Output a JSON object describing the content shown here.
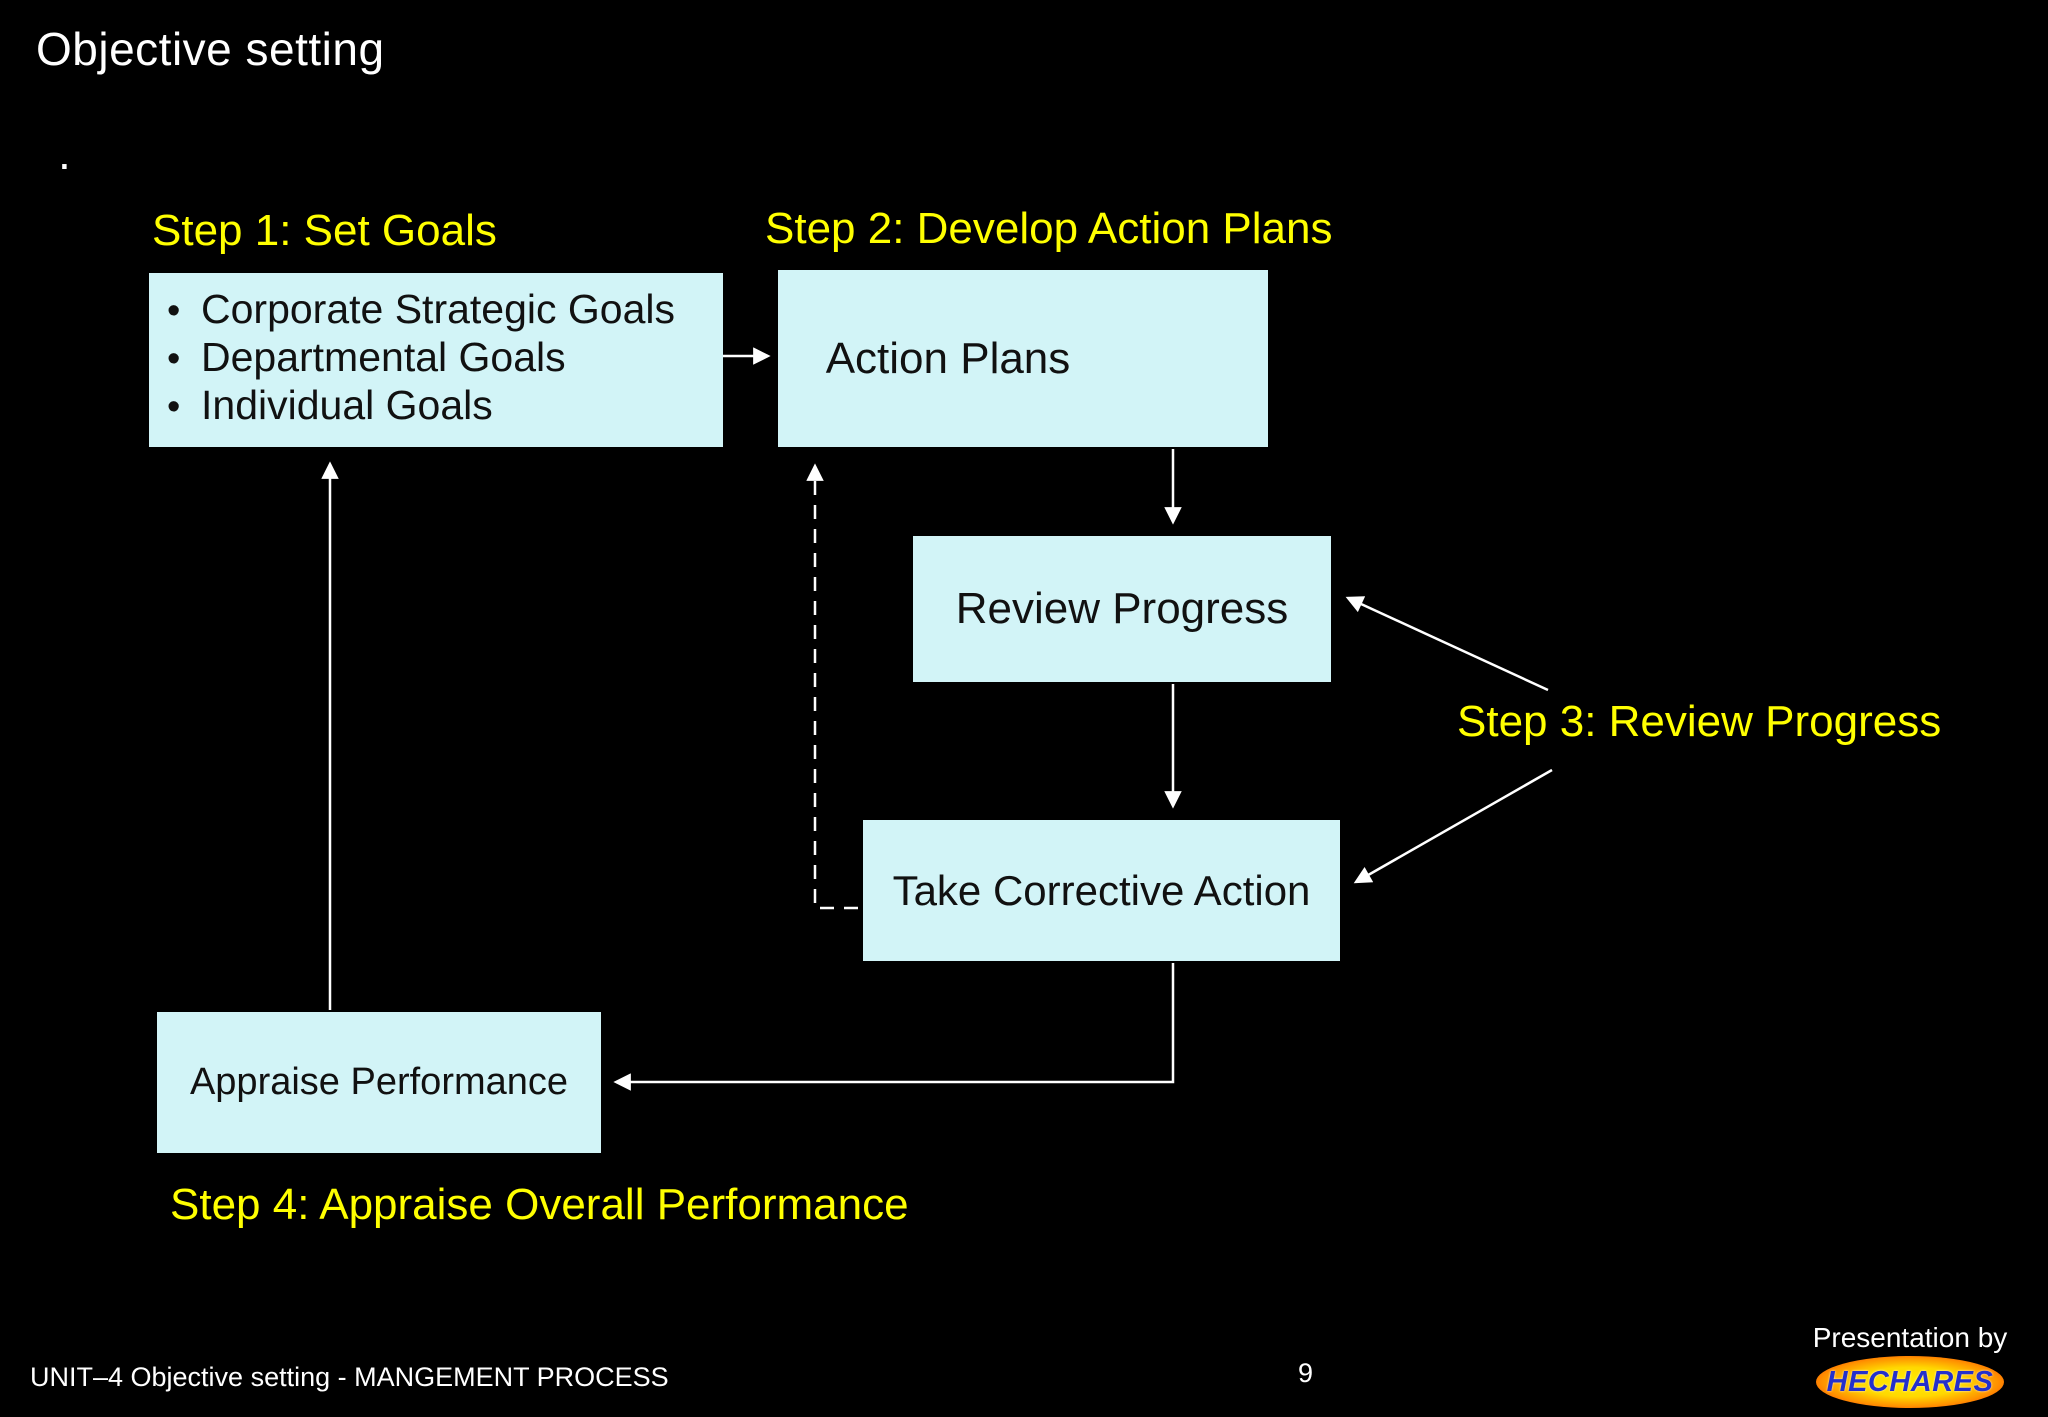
{
  "slide": {
    "title": "Objective setting",
    "stray_dot": ".",
    "footer_left": "UNIT–4 Objective setting - MANGEMENT PROCESS",
    "page_number": "9",
    "branding": {
      "presented_by": "Presentation by",
      "brand_name": "HECHARES"
    }
  },
  "diagram": {
    "step_labels": {
      "step1": "Step 1: Set Goals",
      "step2": "Step 2: Develop Action Plans",
      "step3": "Step 3: Review Progress",
      "step4": "Step 4: Appraise Overall Performance"
    },
    "boxes": {
      "goals": {
        "bullet": "•",
        "items": [
          "Corporate Strategic Goals",
          "Departmental Goals",
          "Individual Goals"
        ]
      },
      "action_plans": {
        "label": "Action Plans"
      },
      "review_progress": {
        "label": "Review Progress"
      },
      "take_corrective_action": {
        "label": "Take Corrective Action"
      },
      "appraise_performance": {
        "label": "Appraise Performance"
      }
    },
    "connectors": [
      "set-goals to action-plans",
      "action-plans to review-progress",
      "review-progress to take-corrective-action",
      "take-corrective-action to appraise-performance",
      "appraise-performance to set-goals",
      "take-corrective-action to action-plans (dashed feedback)",
      "step3 callout to review-progress",
      "step3 callout to take-corrective-action"
    ],
    "colors": {
      "background": "#000000",
      "box_fill": "#d2f4f7",
      "box_text": "#111111",
      "step_label": "#ffff00",
      "connector": "#ffffff",
      "title_text": "#ffffff",
      "brand_text": "#2430cc",
      "brand_ellipse_center": "#ffee00",
      "brand_ellipse_edge": "#cf1a00"
    }
  }
}
